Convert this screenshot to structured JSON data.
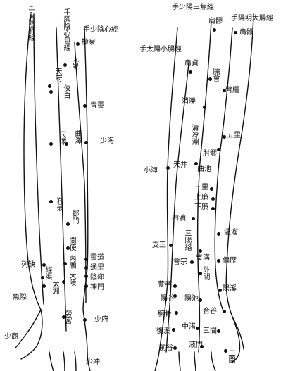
{
  "left_arm": {
    "meridians": {
      "lung": "手太陰肺經",
      "pericardium": "手厥陰心包經",
      "heart": "手少陰心經"
    },
    "points": {
      "jiquan": "極泉",
      "tianquan": "天泉",
      "tianfu": "天府",
      "xiabai": "俠白",
      "qingling": "青靈",
      "shaohai": "少海",
      "chize": "尺澤",
      "quze": "曲澤",
      "kongzui": "孔最",
      "ximen": "郄門",
      "jianshi": "間使",
      "neiguan": "內關",
      "daling": "大陵",
      "lingdao": "靈道",
      "tongli": "通里",
      "yinxi": "陰郄",
      "shenmen": "神門",
      "lieque": "列缺",
      "jingqu": "經渠",
      "taiyuan": "太淵",
      "yuji": "魚際",
      "laogong": "勞宮",
      "shaofu": "少府",
      "shaoshang": "少商",
      "shaochong": "少冲"
    }
  },
  "right_arm": {
    "meridians": {
      "sanjiao": "手少陽三焦經",
      "large_intestine": "手陽明大腸經",
      "small_intestine": "手太陽小腸經"
    },
    "points": {
      "jianliao": "肩髎",
      "jianyu": "肩髃",
      "jianzhen": "肩貞",
      "naohui": "臑會",
      "binao": "臂臑",
      "xiaoluo": "消濼",
      "qinglengyuan": "清冷淵",
      "wuli": "五里",
      "zhouliao": "肘髎",
      "tianjing": "天井",
      "quchi": "曲池",
      "xiaohai": "小海",
      "sanli": "三里",
      "shanglian": "上廉",
      "xialian": "下廉",
      "sidu": "四瀆",
      "sanyangluo": "三陽絡",
      "wenliu": "溫溜",
      "zhizheng": "支正",
      "zhigou": "支溝",
      "huizong": "會宗",
      "waiguan": "外關",
      "pianli": "偏歷",
      "yanglao": "養老",
      "yanggu": "陽谷",
      "yangchi": "陽池",
      "yangxi": "陽溪",
      "hegu": "合谷",
      "wangu": "腕骨",
      "houxi": "後溪",
      "zhongzhu": "中渚",
      "sanjian": "三間",
      "qiangu": "前谷",
      "yemen": "液門",
      "erjian": "二間"
    }
  }
}
